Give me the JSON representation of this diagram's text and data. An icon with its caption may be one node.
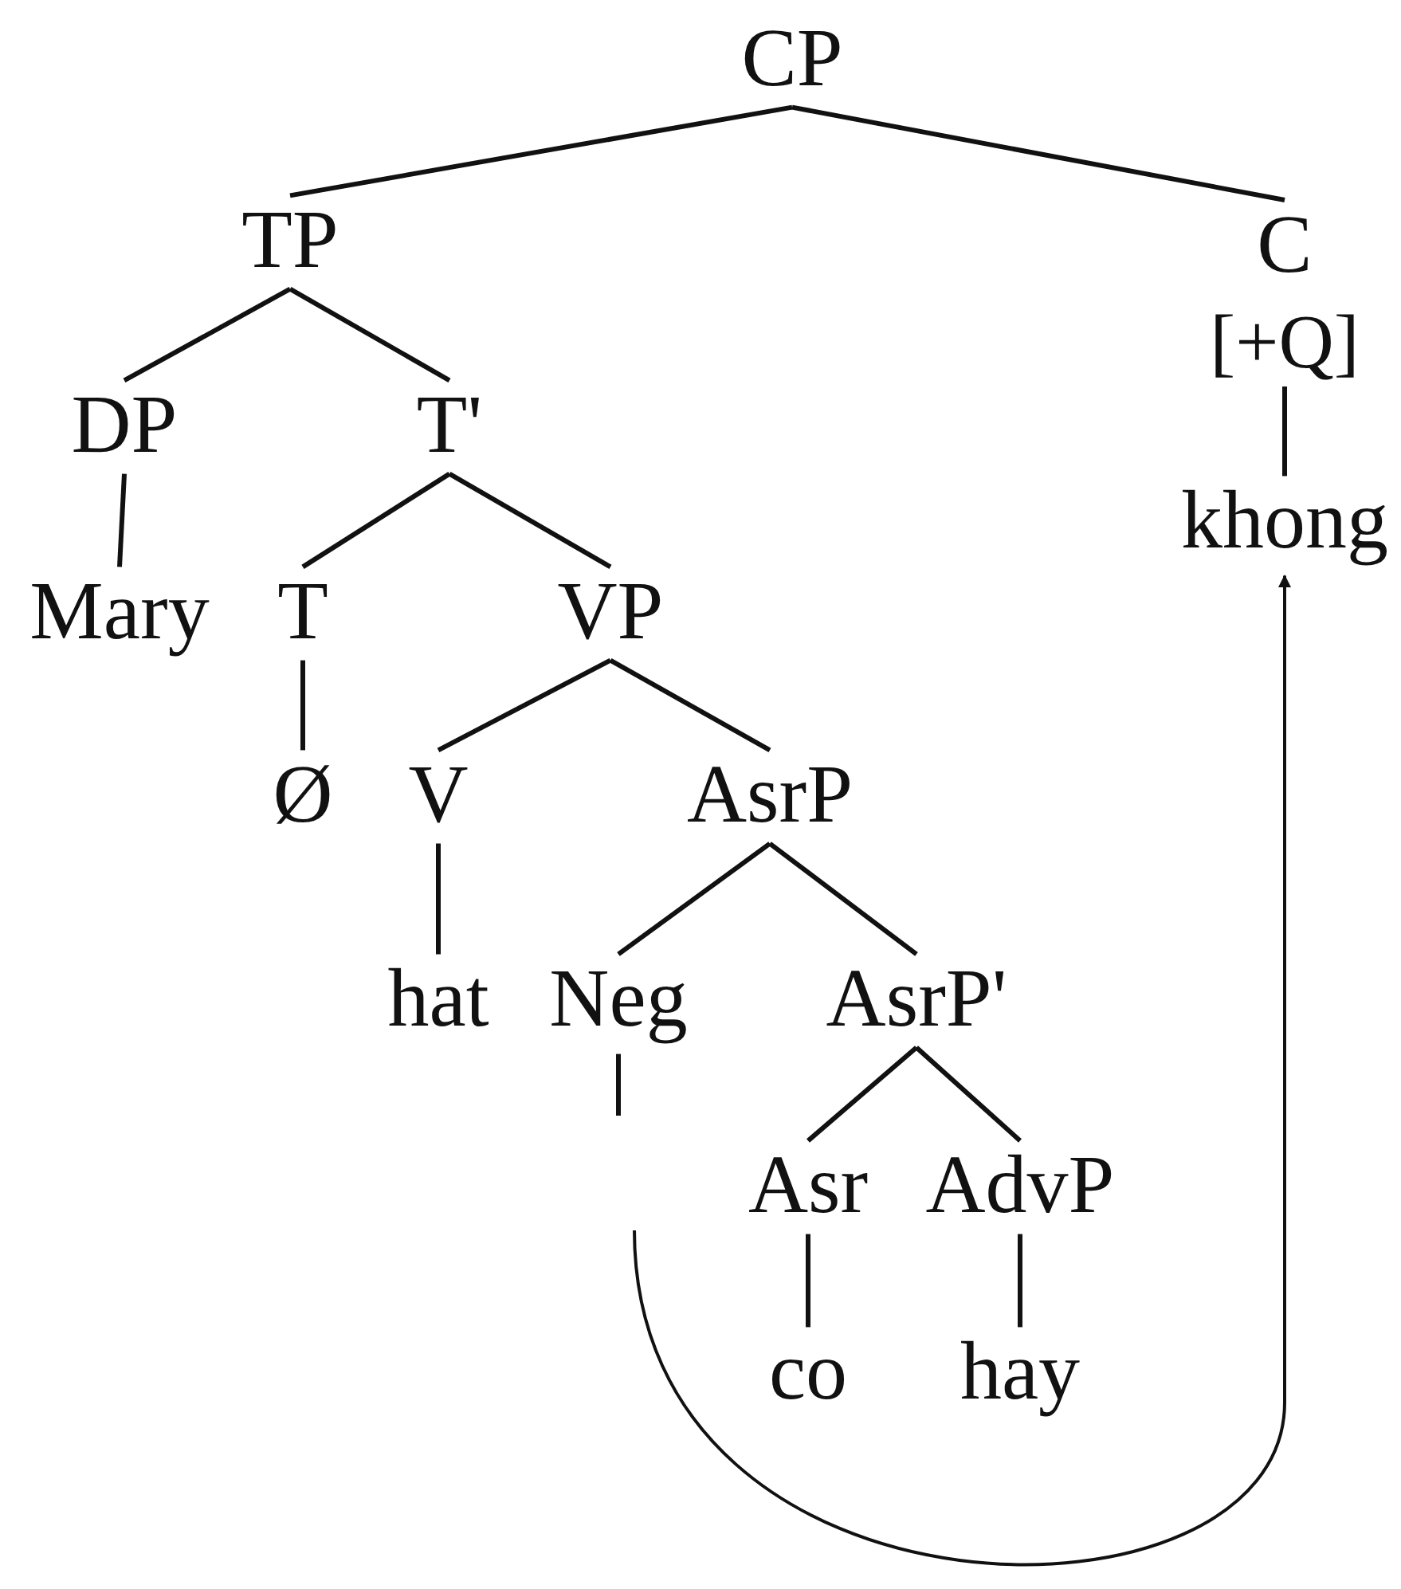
{
  "diagram": {
    "nodes": [
      {
        "text": [
          "CP"
        ]
      },
      {
        "text": [
          "TP"
        ]
      },
      {
        "text": [
          "C",
          "[+Q]"
        ]
      },
      {
        "text": [
          "khong"
        ]
      },
      {
        "text": [
          "DP"
        ]
      },
      {
        "text": [
          "T'"
        ]
      },
      {
        "text": [
          "Mary"
        ]
      },
      {
        "text": [
          "T"
        ]
      },
      {
        "text": [
          "VP"
        ]
      },
      {
        "text": [
          "Ø"
        ]
      },
      {
        "text": [
          "V"
        ]
      },
      {
        "text": [
          "AsrP"
        ]
      },
      {
        "text": [
          "hat"
        ]
      },
      {
        "text": [
          "Neg"
        ]
      },
      {
        "text": [
          "AsrP'"
        ]
      },
      {
        "text": [
          "Asr"
        ]
      },
      {
        "text": [
          "AdvP"
        ]
      },
      {
        "text": [
          "co"
        ]
      },
      {
        "text": [
          "hay"
        ]
      }
    ],
    "edges": [
      {
        "from": 0,
        "to": 1,
        "arrow": "none"
      },
      {
        "from": 0,
        "to": 2,
        "arrow": "none"
      },
      {
        "from": 1,
        "to": 4,
        "arrow": "none"
      },
      {
        "from": 1,
        "to": 5,
        "arrow": "none"
      },
      {
        "from": 2,
        "to": 3,
        "arrow": "none"
      },
      {
        "from": 4,
        "to": 6,
        "arrow": "none"
      },
      {
        "from": 5,
        "to": 7,
        "arrow": "none"
      },
      {
        "from": 5,
        "to": 8,
        "arrow": "none"
      },
      {
        "from": 7,
        "to": 9,
        "arrow": "none"
      },
      {
        "from": 8,
        "to": 10,
        "arrow": "none"
      },
      {
        "from": 8,
        "to": 11,
        "arrow": "none"
      },
      {
        "from": 10,
        "to": 12,
        "arrow": "none"
      },
      {
        "from": 11,
        "to": 13,
        "arrow": "none"
      },
      {
        "from": 11,
        "to": 14,
        "arrow": "none"
      },
      {
        "from": 13,
        "to": null,
        "arrow": "none"
      },
      {
        "from": 14,
        "to": 15,
        "arrow": "none"
      },
      {
        "from": 14,
        "to": 16,
        "arrow": "none"
      },
      {
        "from": 15,
        "to": 17,
        "arrow": "none"
      },
      {
        "from": 16,
        "to": 18,
        "arrow": "none"
      },
      {
        "from": null,
        "to": 3,
        "arrow": "to"
      }
    ]
  }
}
